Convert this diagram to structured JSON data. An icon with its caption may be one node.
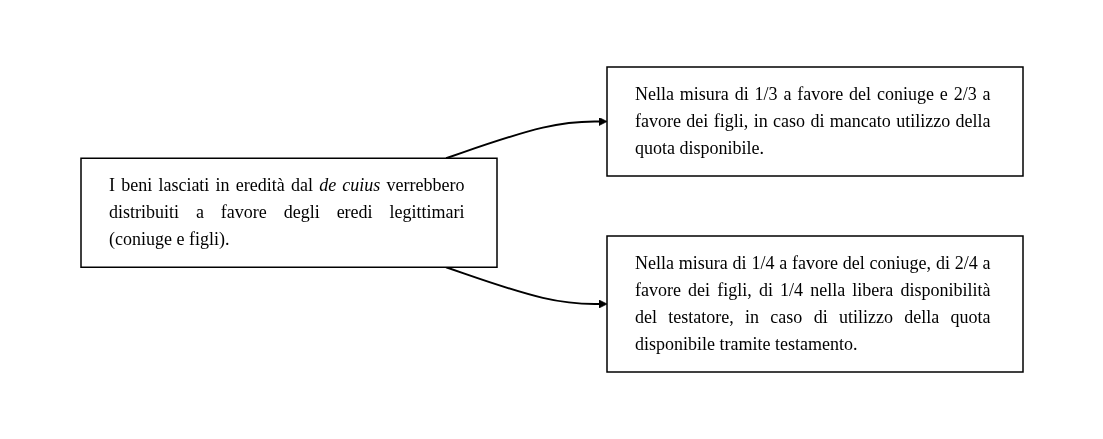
{
  "diagram": {
    "nodes": [
      {
        "text": [
          "I beni lasciati in eredità dal *de cuius* verrebbero distribuiti a favore degli eredi legittimari (coniuge e figli)."
        ]
      },
      {
        "text": [
          "Nella misura di 1/3 a favore del coniuge e 2/3 a favore dei figli, in caso di mancato utilizzo della quota disponibile."
        ]
      },
      {
        "text": [
          "Nella misura di 1/4 a favore del coniuge, di 2/4 a favore dei figli, di 1/4 nella libera disponibilità del testatore, in caso di utilizzo della quota disponibile tramite testamento."
        ]
      }
    ],
    "edges": [
      {
        "from": 0,
        "to": 1,
        "arrow": "to"
      },
      {
        "from": 0,
        "to": 2,
        "arrow": "to"
      }
    ]
  }
}
